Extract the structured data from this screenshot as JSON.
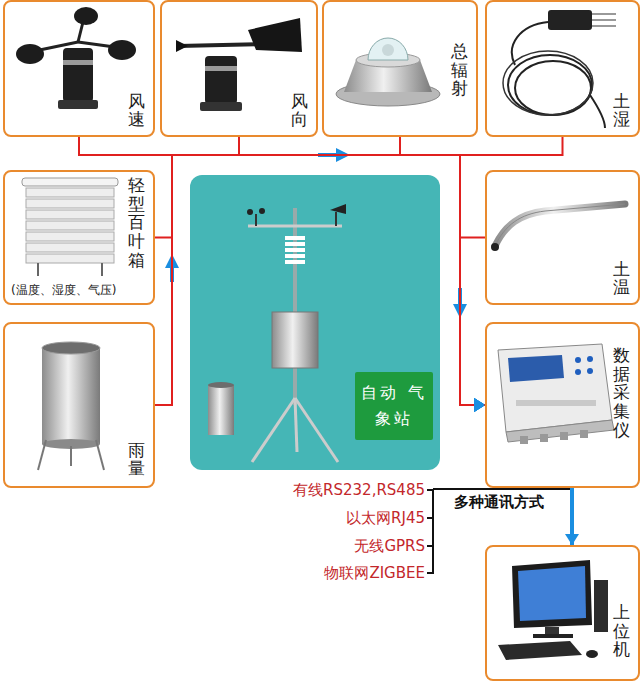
{
  "diagram": {
    "nodes": [
      {
        "text": [
          "风速"
        ]
      },
      {
        "text": [
          "风向"
        ]
      },
      {
        "text": [
          "总辐射"
        ]
      },
      {
        "text": [
          "土湿"
        ]
      },
      {
        "text": [
          "轻型百叶箱",
          "(温度、湿度、气压)"
        ]
      },
      {
        "text": [
          "土温"
        ]
      },
      {
        "text": [
          "自动 气象站"
        ]
      },
      {
        "text": [
          "雨量"
        ]
      },
      {
        "text": [
          "数据采集仪"
        ]
      },
      {
        "text": [
          "上位机"
        ]
      }
    ],
    "edges": [
      {
        "from": 0,
        "to": 8,
        "arrow": "to"
      },
      {
        "from": 1,
        "to": 8,
        "arrow": "to"
      },
      {
        "from": 2,
        "to": 8,
        "arrow": "to"
      },
      {
        "from": 3,
        "to": 8,
        "arrow": "to"
      },
      {
        "from": 4,
        "to": 8,
        "arrow": "to"
      },
      {
        "from": 5,
        "to": 8,
        "arrow": "to"
      },
      {
        "from": 7,
        "to": 8,
        "arrow": "to"
      },
      {
        "from": 8,
        "to": 9,
        "arrow": "to"
      }
    ],
    "labels": [
      "有线RS232,RS485",
      "以太网RJ45",
      "无线GPRS",
      "物联网ZIGBEE",
      "多种通讯方式"
    ]
  }
}
